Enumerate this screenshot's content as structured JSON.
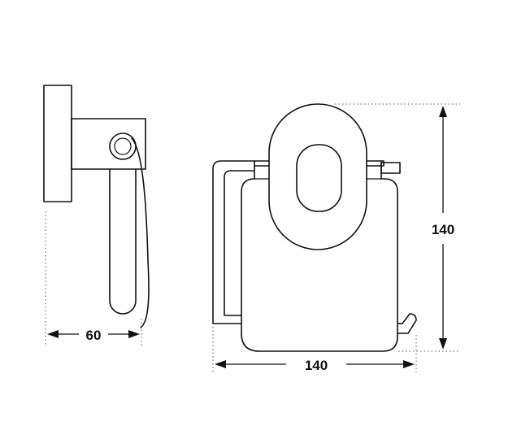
{
  "diagram": {
    "dimensions": {
      "side_depth_label": "60",
      "front_width_label": "140",
      "front_height_label": "140"
    }
  }
}
